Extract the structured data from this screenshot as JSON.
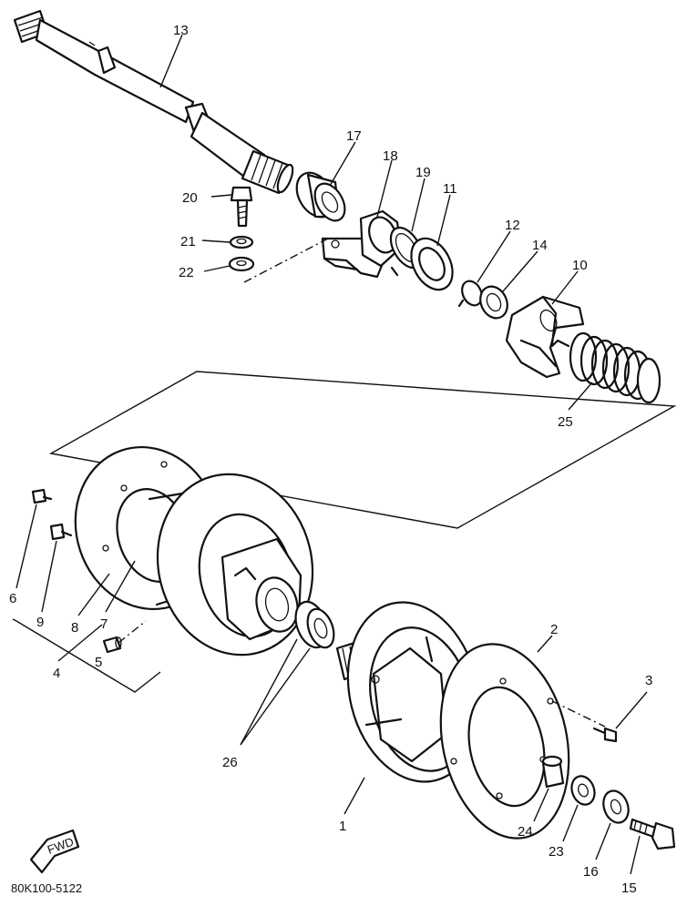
{
  "diagram": {
    "drawing_code": "80K100-5122",
    "front_marker": "FWD",
    "callouts": [
      {
        "id": "13",
        "text": "13"
      },
      {
        "id": "17",
        "text": "17"
      },
      {
        "id": "18",
        "text": "18"
      },
      {
        "id": "19",
        "text": "19"
      },
      {
        "id": "11",
        "text": "11"
      },
      {
        "id": "20",
        "text": "20"
      },
      {
        "id": "21",
        "text": "21"
      },
      {
        "id": "22",
        "text": "22"
      },
      {
        "id": "12",
        "text": "12"
      },
      {
        "id": "14",
        "text": "14"
      },
      {
        "id": "10",
        "text": "10"
      },
      {
        "id": "25",
        "text": "25"
      },
      {
        "id": "6",
        "text": "6"
      },
      {
        "id": "9",
        "text": "9"
      },
      {
        "id": "8",
        "text": "8"
      },
      {
        "id": "7",
        "text": "7"
      },
      {
        "id": "5",
        "text": "5"
      },
      {
        "id": "4",
        "text": "4"
      },
      {
        "id": "26",
        "text": "26"
      },
      {
        "id": "2",
        "text": "2"
      },
      {
        "id": "3",
        "text": "3"
      },
      {
        "id": "1",
        "text": "1"
      },
      {
        "id": "24",
        "text": "24"
      },
      {
        "id": "23",
        "text": "23"
      },
      {
        "id": "16",
        "text": "16"
      },
      {
        "id": "15",
        "text": "15"
      }
    ]
  }
}
